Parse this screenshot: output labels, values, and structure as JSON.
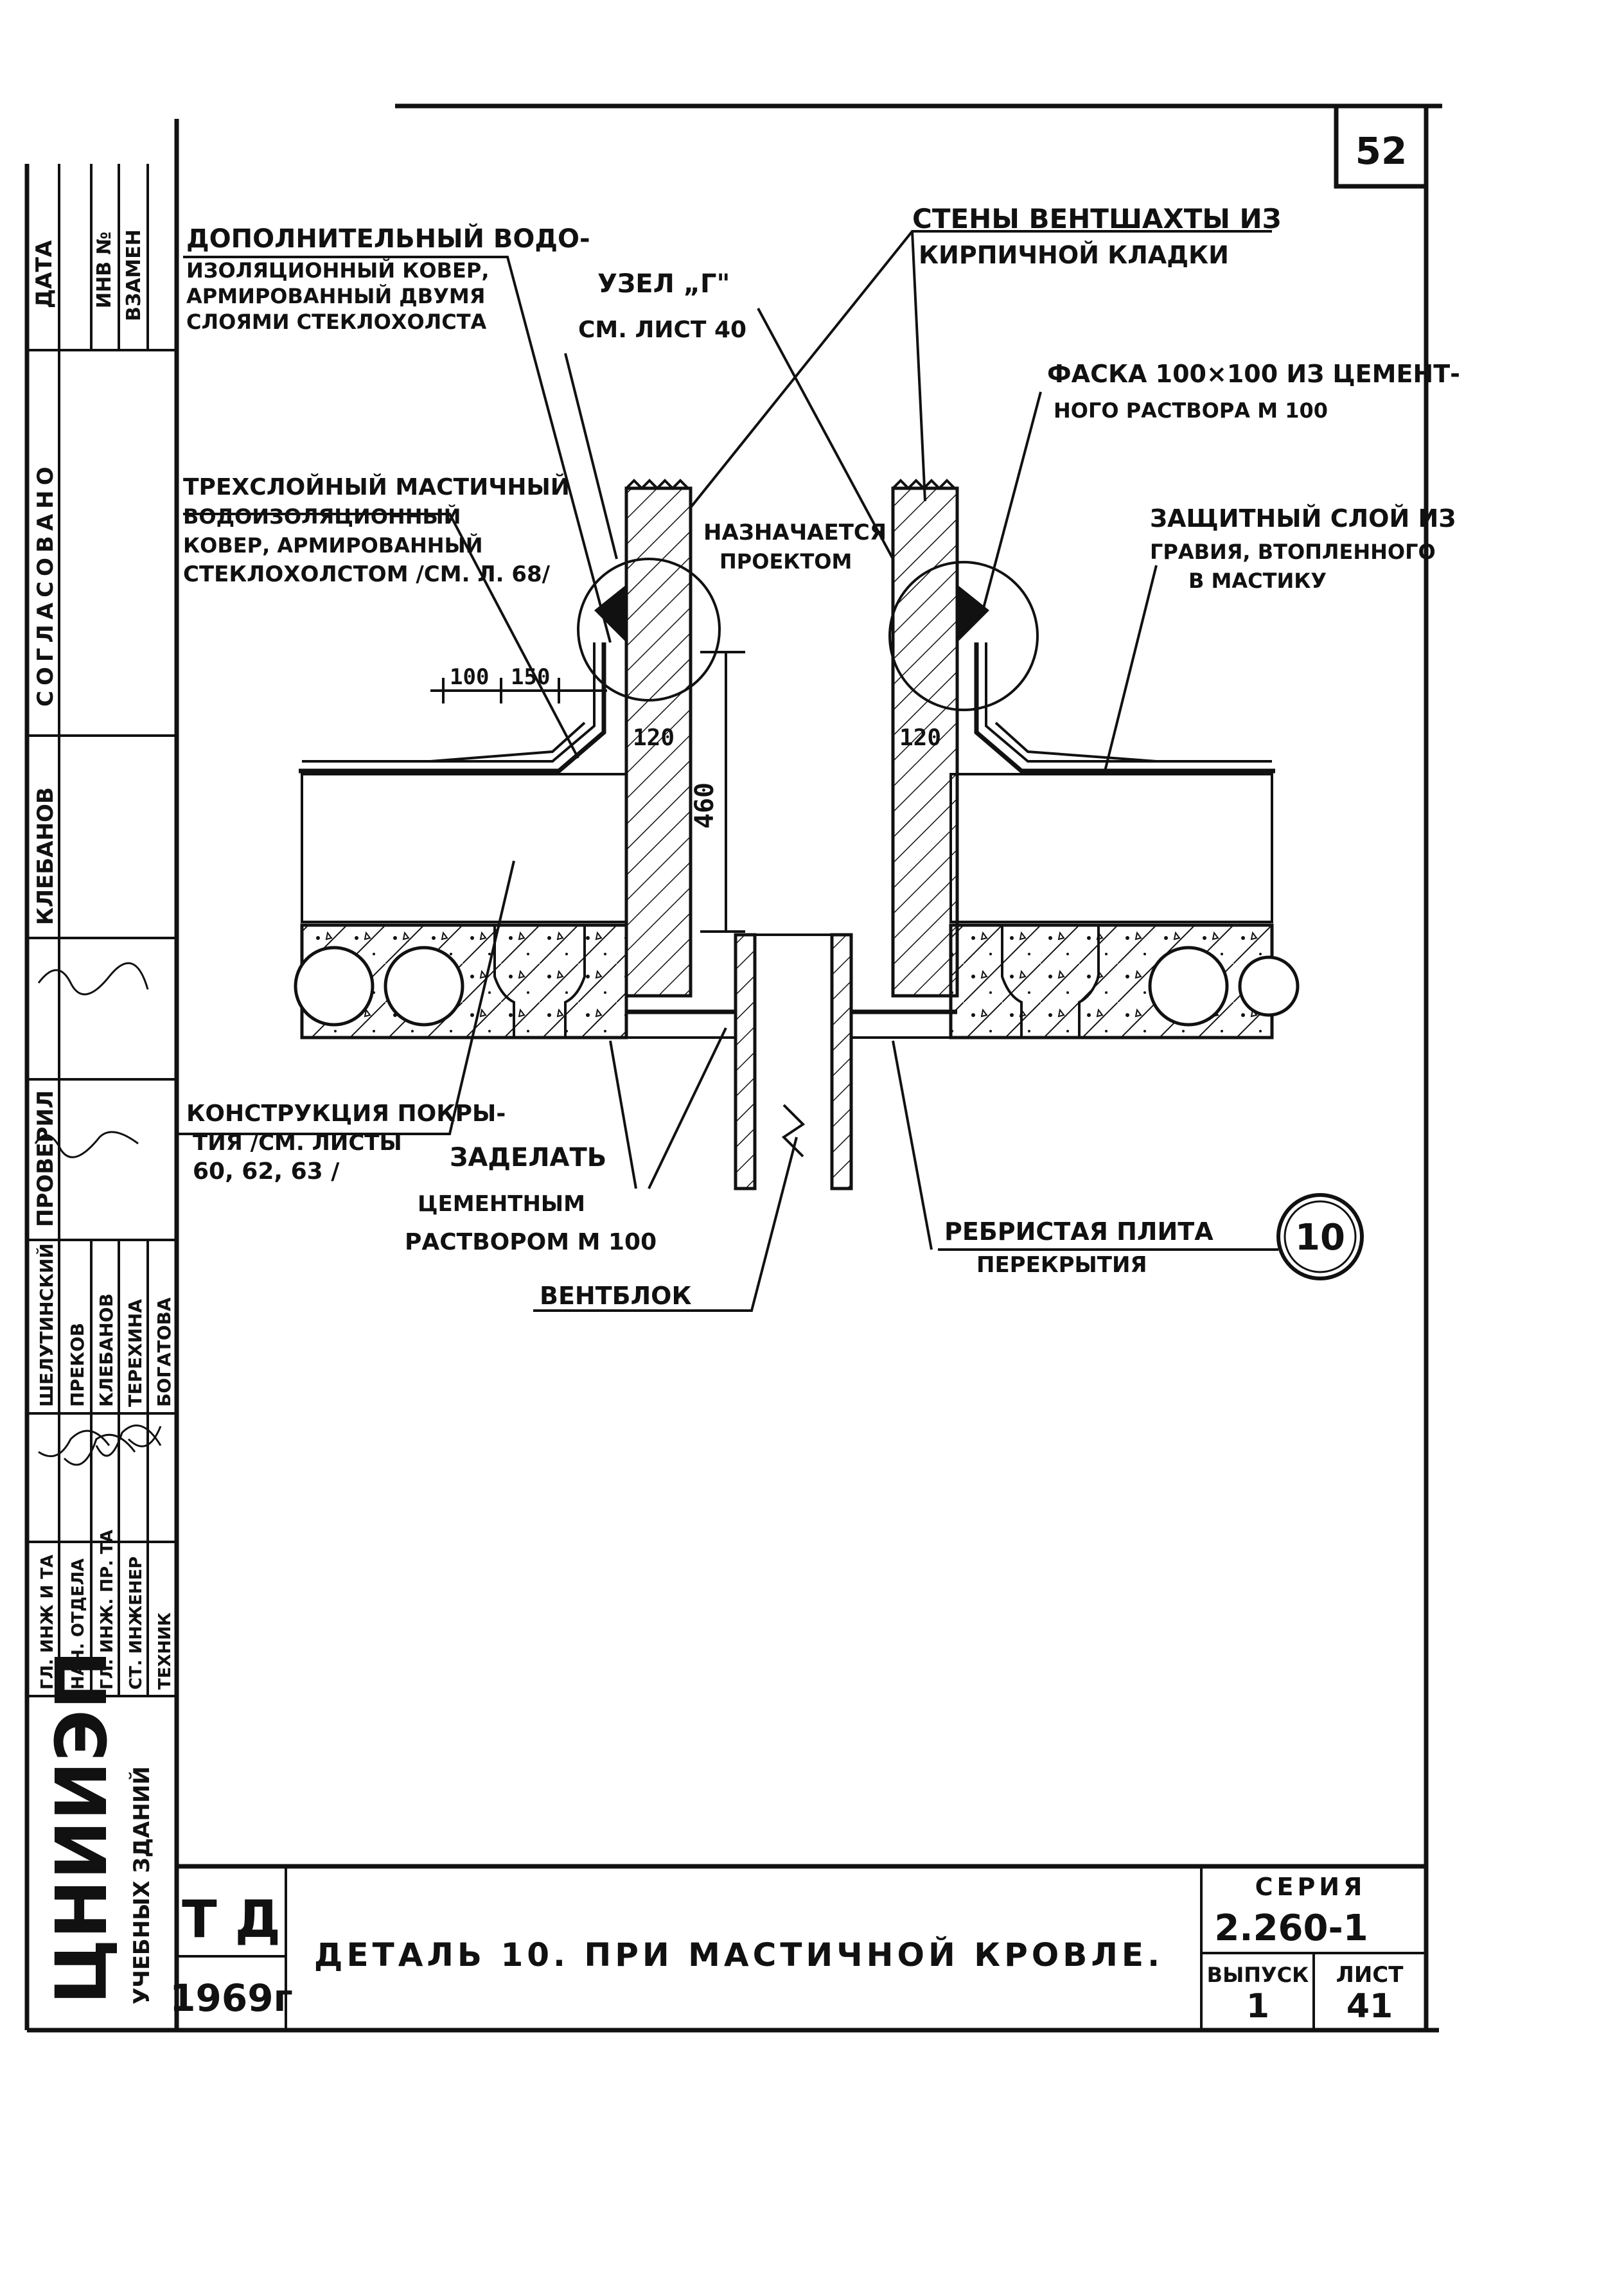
{
  "sheet": {
    "page_number": "52",
    "series_label": "СЕРИЯ",
    "series_value": "2.260-1",
    "issue_label": "ВЫПУСК",
    "issue_value": "1",
    "sheet_label": "ЛИСТ",
    "sheet_value": "41",
    "doc_code": "Т Д",
    "year": "1969г",
    "title": "ДЕТАЛЬ 10. ПРИ МАСТИЧНОЙ КРОВЛЕ.",
    "detail_marker": "10",
    "org": "ЦНИИЭП",
    "org_sub": "УЧЕБНЫХ ЗДАНИЙ"
  },
  "side_stamp": {
    "date": "ДАТА",
    "inv": "ИНВ №",
    "replace": "ВЗАМЕН",
    "approved": "СОГЛАСОВАНО",
    "name_1": "КЛЕБАНОВ",
    "checked": "ПРОВЕРИЛ",
    "roles": [
      "ГЛ. ИНЖ И ТА",
      "НАЧ. ОТДЕЛА",
      "ГЛ. ИНЖ. ПР. ТА",
      "СТ. ИНЖЕНЕР",
      "ТЕХНИК"
    ],
    "names": [
      "ШЕЛУТИНСКИЙ",
      "ПРЕКОВ",
      "КЛЕБАНОВ",
      "ТЕРЕХИНА",
      "БОГАТОВА"
    ]
  },
  "labels": {
    "additional_carpet": [
      "ДОПОЛНИТЕЛЬНЫЙ ВОДО-",
      "ИЗОЛЯЦИОННЫЙ КОВЕР,",
      "АРМИРОВАННЫЙ ДВУМЯ",
      "СЛОЯМИ СТЕКЛОХОЛСТА"
    ],
    "node_ref": [
      "УЗЕЛ „Г\"",
      "СМ. ЛИСТ 40"
    ],
    "shaft_walls": [
      "СТЕНЫ ВЕНТШАХТЫ ИЗ",
      "КИРПИЧНОЙ КЛАДКИ"
    ],
    "chamfer": [
      "ФАСКА 100×100 ИЗ ЦЕМЕНТ-",
      "НОГО РАСТВОРА М 100"
    ],
    "three_layer": [
      "ТРЕХСЛОЙНЫЙ МАСТИЧНЫЙ",
      "ВОДОИЗОЛЯЦИОННЫЙ",
      "КОВЕР, АРМИРОВАННЫЙ",
      "СТЕКЛОХОЛСТОМ /СМ. Л. 68/"
    ],
    "by_project": [
      "НАЗНАЧАЕТСЯ",
      "ПРОЕКТОМ"
    ],
    "protective": [
      "ЗАЩИТНЫЙ СЛОЙ ИЗ",
      "ГРАВИЯ, ВТОПЛЕННОГО",
      "В МАСТИКУ"
    ],
    "roof_construction": [
      "КОНСТРУКЦИЯ ПОКРЫ-",
      "ТИЯ /СМ. ЛИСТЫ",
      "60, 62, 63 /"
    ],
    "seal": [
      "ЗАДЕЛАТЬ",
      "ЦЕМЕНТНЫМ",
      "РАСТВОРОМ М 100"
    ],
    "ribbed_slab": [
      "РЕБРИСТАЯ ПЛИТА",
      "ПЕРЕКРЫТИЯ"
    ],
    "vent_block": "ВЕНТБЛОК",
    "dim_100": "100",
    "dim_150": "150",
    "dim_120_left": "120",
    "dim_120_right": "120",
    "dim_460": "460"
  }
}
